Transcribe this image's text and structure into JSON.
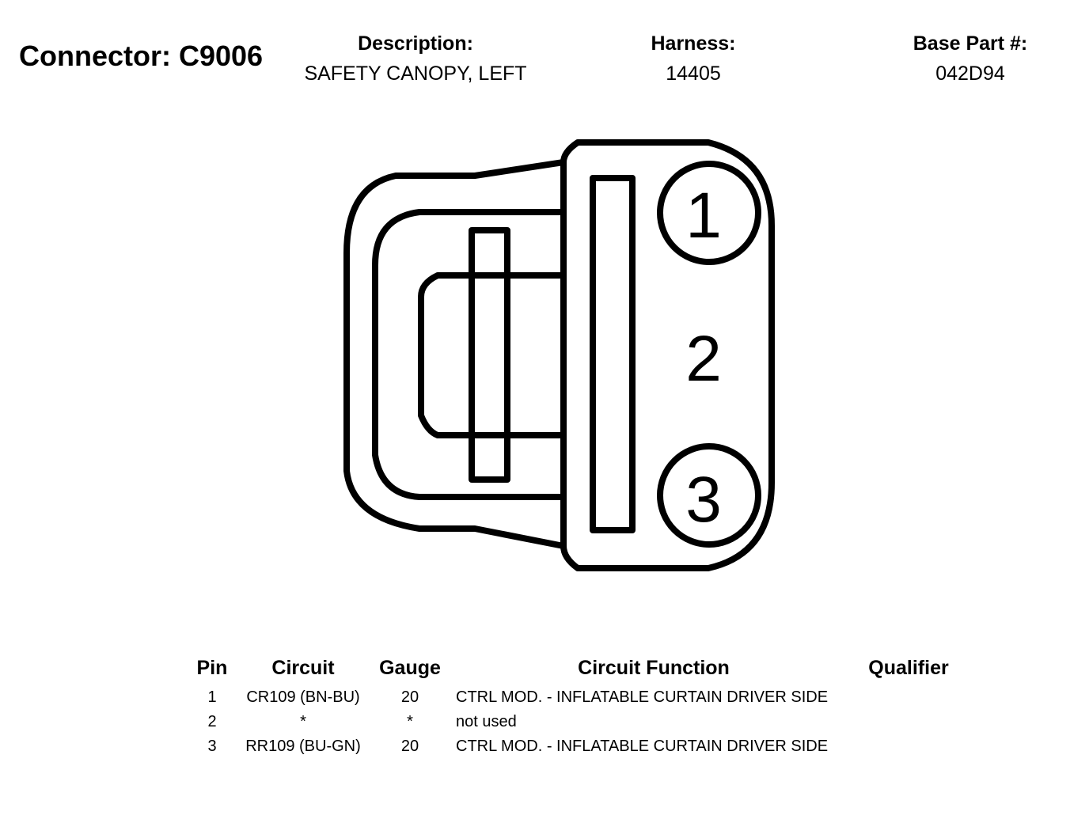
{
  "connector": {
    "title": "Connector: C9006"
  },
  "header": {
    "description_label": "Description:",
    "description_value": "SAFETY CANOPY, LEFT",
    "harness_label": "Harness:",
    "harness_value": "14405",
    "base_part_label": "Base Part #:",
    "base_part_value": "042D94"
  },
  "diagram": {
    "pin_labels": [
      "1",
      "2",
      "3"
    ]
  },
  "table": {
    "headers": {
      "pin": "Pin",
      "circuit": "Circuit",
      "gauge": "Gauge",
      "function": "Circuit Function",
      "qualifier": "Qualifier"
    },
    "rows": [
      {
        "pin": "1",
        "circuit": "CR109 (BN-BU)",
        "gauge": "20",
        "function": "CTRL MOD. - INFLATABLE CURTAIN DRIVER SIDE",
        "qualifier": ""
      },
      {
        "pin": "2",
        "circuit": "*",
        "gauge": "*",
        "function": "not used",
        "qualifier": ""
      },
      {
        "pin": "3",
        "circuit": "RR109 (BU-GN)",
        "gauge": "20",
        "function": "CTRL MOD. - INFLATABLE CURTAIN DRIVER SIDE",
        "qualifier": ""
      }
    ]
  }
}
